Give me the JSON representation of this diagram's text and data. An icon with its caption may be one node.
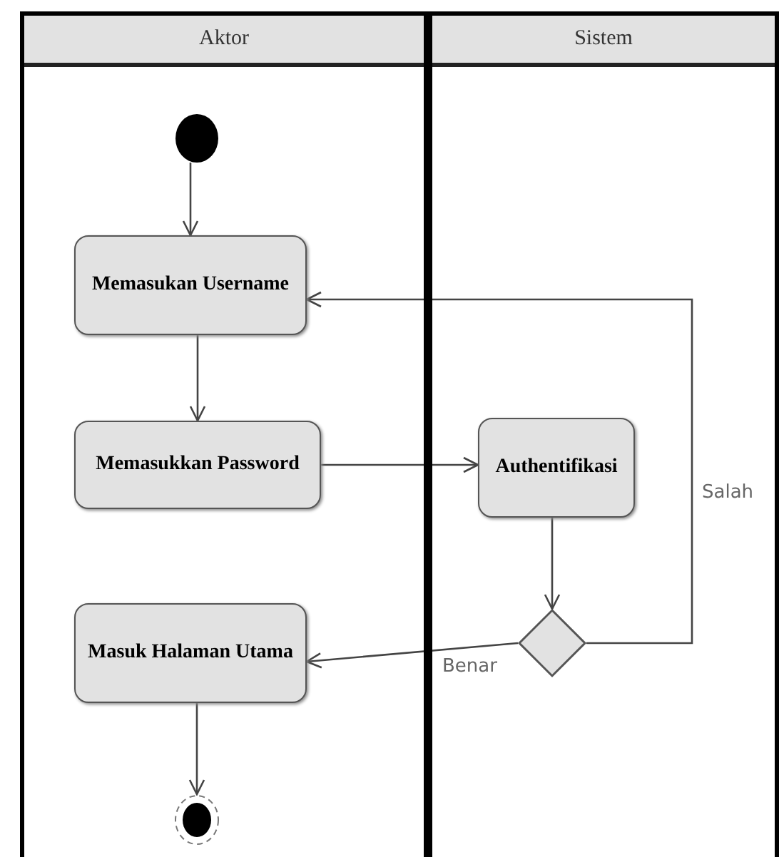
{
  "diagram": {
    "nodes": [
      {
        "text": [
          "Aktor"
        ]
      },
      {
        "text": [
          "Sistem"
        ]
      },
      {
        "text": [],
        "shape": "circle",
        "in": 0
      },
      {
        "text": [
          "Memasukan Username"
        ],
        "in": 0
      },
      {
        "text": [
          "Memasukkan Password"
        ],
        "in": 0
      },
      {
        "text": [
          "Authentifikasi"
        ],
        "in": 1
      },
      {
        "text": [],
        "shape": "diamond",
        "in": 1
      },
      {
        "text": [
          "Masuk Halaman Utama"
        ],
        "in": 0
      },
      {
        "text": [],
        "shape": "circle",
        "in": 0
      }
    ],
    "edges": [
      {
        "from": 2,
        "to": 3,
        "arrow": "to"
      },
      {
        "from": 3,
        "to": 4,
        "arrow": "to"
      },
      {
        "from": 4,
        "to": 5,
        "arrow": "to"
      },
      {
        "from": 5,
        "to": 6,
        "arrow": "to"
      },
      {
        "from": 6,
        "to": 3,
        "arrow": "to",
        "label": "Salah"
      },
      {
        "from": 6,
        "to": 7,
        "arrow": "to",
        "label": "Benar"
      },
      {
        "from": 7,
        "to": 8,
        "arrow": "to"
      }
    ]
  }
}
